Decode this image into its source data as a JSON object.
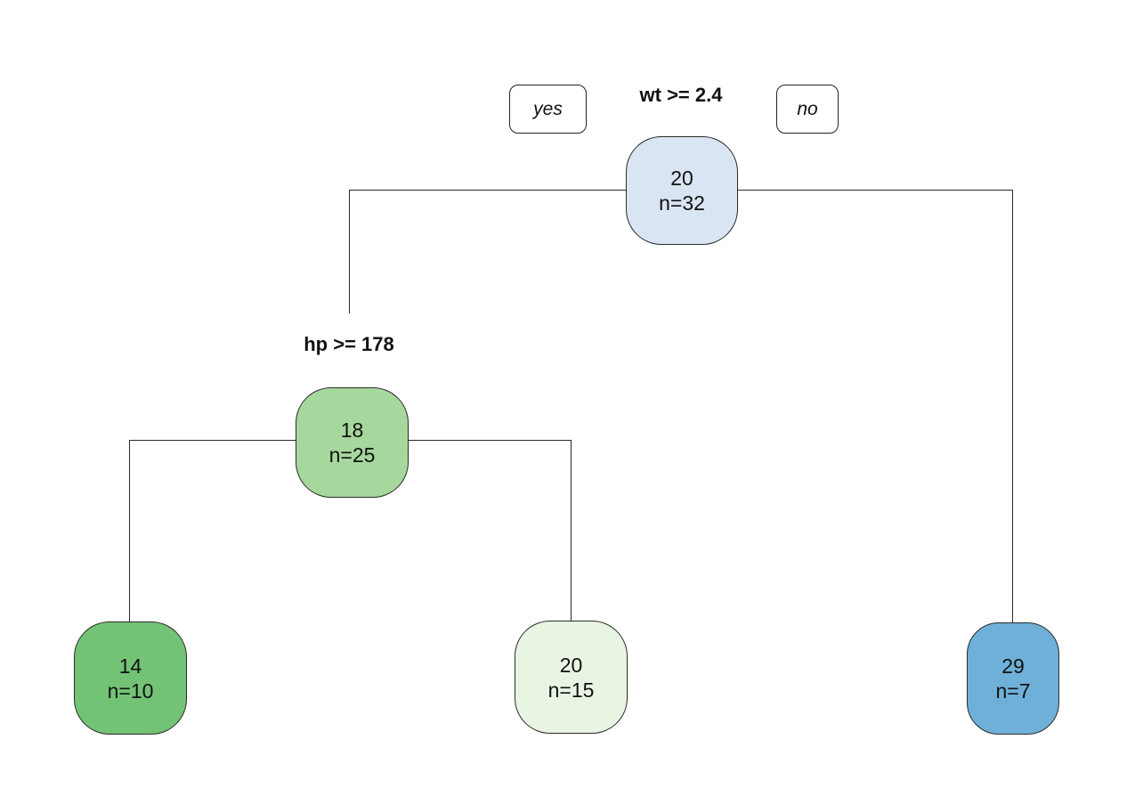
{
  "tree": {
    "type": "decision-tree-plot",
    "branch_labels": {
      "yes": "yes",
      "no": "no"
    },
    "splits": {
      "root": "wt >= 2.4",
      "internal_left": "hp >= 178"
    },
    "nodes": {
      "root": {
        "value": "20",
        "n": "n=32",
        "fill": "#d9e5f2"
      },
      "internal_left": {
        "value": "18",
        "n": "n=25",
        "fill": "#a6d79d"
      },
      "leaf_left": {
        "value": "14",
        "n": "n=10",
        "fill": "#73c376"
      },
      "leaf_middle": {
        "value": "20",
        "n": "n=15",
        "fill": "#e9f5e3"
      },
      "leaf_right": {
        "value": "29",
        "n": "n=7",
        "fill": "#6fb0d8"
      }
    },
    "colors": {
      "line": "#2a2a2a",
      "node_border": "#2b2b2b",
      "text": "#111111",
      "background": "#ffffff"
    }
  }
}
